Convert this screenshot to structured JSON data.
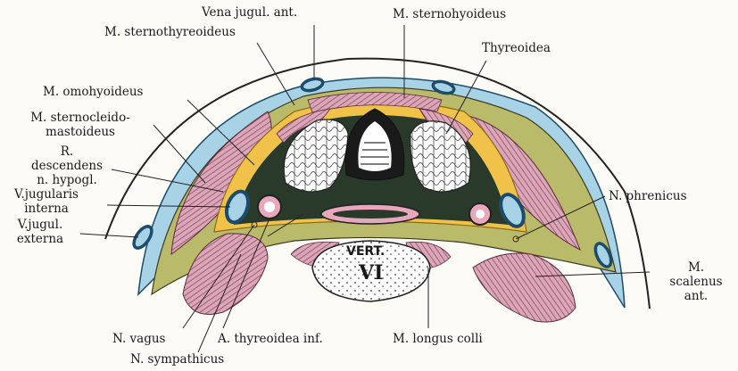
{
  "labels": {
    "vena_jugul_ant": "Vena jugul. ant.",
    "m_sternohyoideus": "M. sternohyoideus",
    "m_sternothyreoideus": "M. sternothyreoideus",
    "thyreoidea": "Thyreoidea",
    "m_omohyoideus": "M. omohyoideus",
    "m_sternocleido_1": "M. sternocleido-",
    "m_sternocleido_2": "mastoideus",
    "r_desc_1": "R.",
    "r_desc_2": "descendens",
    "r_desc_3": "n. hypogl.",
    "v_jug_int_1": "V.jugularis",
    "v_jug_int_2": "interna",
    "v_jug_ext_1": "V.jugul.",
    "v_jug_ext_2": "externa",
    "n_phrenicus": "N. phrenicus",
    "m_scalenus_1": "M.",
    "m_scalenus_2": "scalenus",
    "m_scalenus_3": "ant.",
    "n_vagus": "N. vagus",
    "a_thyreoidea_inf": "A. thyreoidea inf.",
    "m_longus_colli": "M. longus colli",
    "n_sympathicus": "N. sympathicus",
    "vert_1": "VERT.",
    "vert_2": "VI"
  },
  "colors": {
    "muscle": "#d9a3b6",
    "muscle_hatch": "#7a3a52",
    "fascia": "#f0c24a",
    "skin_fat": "#a8d2e6",
    "vein": "#2e6f98",
    "dark_tissue": "#2a3a2a",
    "bone": "#ffffff",
    "olive_layer": "#b9ba6a"
  }
}
